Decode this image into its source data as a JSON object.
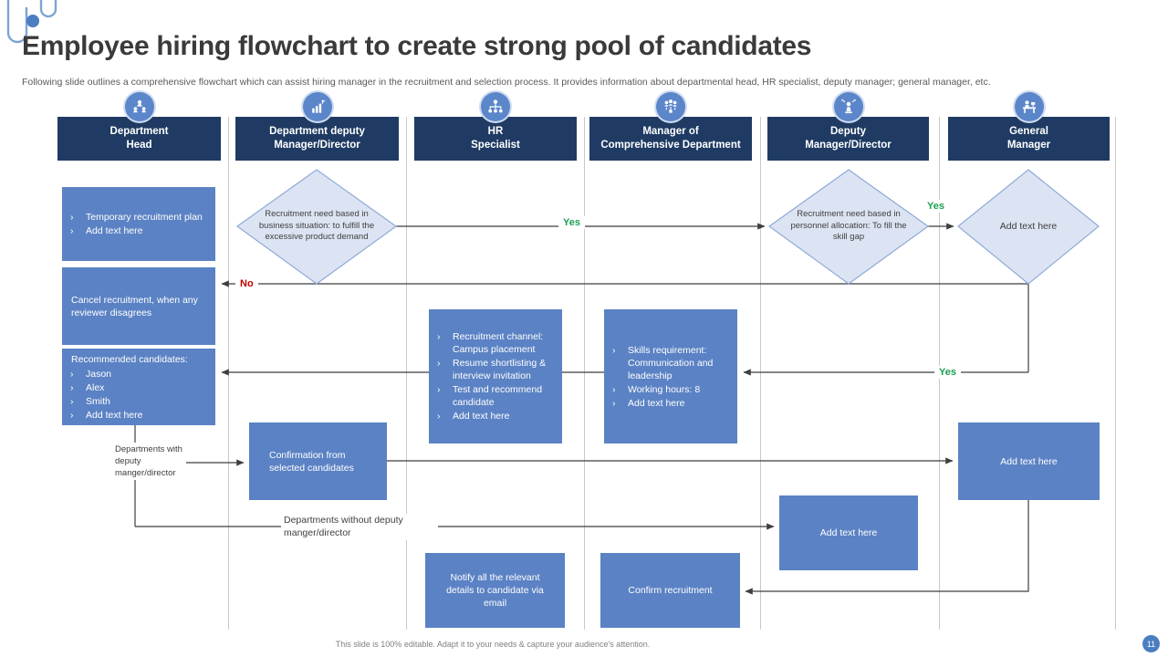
{
  "slide": {
    "title": "Employee hiring flowchart to create strong pool of candidates",
    "subtitle": "Following slide outlines a comprehensive flowchart which can assist hiring manager in the recruitment and selection process. It provides information about departmental head, HR specialist, deputy manager; general manager, etc.",
    "footer": "This slide is 100% editable. Adapt it to your needs & capture your audience's attention.",
    "page_number": "11"
  },
  "lanes": [
    {
      "label": "Department\nHead",
      "icon": "team-hierarchy-icon"
    },
    {
      "label": "Department deputy\nManager/Director",
      "icon": "growth-chart-icon"
    },
    {
      "label": "HR\nSpecialist",
      "icon": "org-chart-icon"
    },
    {
      "label": "Manager of\nComprehensive Department",
      "icon": "team-group-icon"
    },
    {
      "label": "Deputy\nManager/Director",
      "icon": "chess-king-icon"
    },
    {
      "label": "General\nManager",
      "icon": "manager-desk-icon"
    }
  ],
  "nodes": {
    "temporary": {
      "items": [
        "Temporary recruitment plan",
        "Add text here"
      ]
    },
    "cancel": {
      "text": "Cancel recruitment, when any reviewer disagrees"
    },
    "recommended": {
      "heading": "Recommended candidates:",
      "items": [
        "Jason",
        "Alex",
        "Smith",
        "Add text here"
      ]
    },
    "business_diamond": {
      "text": "Recruitment need based in business situation: to fulfill the excessive product demand"
    },
    "hr_channel": {
      "items": [
        "Recruitment channel: Campus placement",
        "Resume shortlisting & interview invitation",
        "Test and recommend candidate",
        "Add text here"
      ]
    },
    "skills": {
      "items": [
        "Skills requirement: Communication and leadership",
        "Working hours: 8",
        "Add text here"
      ]
    },
    "personnel_diamond": {
      "text": "Recruitment need based in personnel allocation: To fill the skill gap"
    },
    "gm_diamond": {
      "text": "Add text here"
    },
    "confirmation": {
      "text": "Confirmation from selected candidates"
    },
    "add_text_deputy": {
      "text": "Add text here"
    },
    "add_text_gm": {
      "text": "Add text here"
    },
    "notify": {
      "text": "Notify all the relevant details to candidate via email"
    },
    "confirm_recruitment": {
      "text": "Confirm recruitment"
    }
  },
  "labels": {
    "yes_business": "Yes",
    "yes_personnel": "Yes",
    "yes_gm": "Yes",
    "no": "No",
    "with_deputy": "Departments with deputy manger/director",
    "without_deputy": "Departments without deputy manger/director"
  },
  "colors": {
    "header_navy": "#1f3b63",
    "box_blue": "#5b82c4",
    "diamond_fill": "#dce4f3",
    "diamond_border": "#8fa9d8",
    "yes_green": "#1aa053",
    "no_red": "#c00000",
    "accent_blue": "#4a7ec0",
    "lane_divider": "#c9c9c9"
  }
}
